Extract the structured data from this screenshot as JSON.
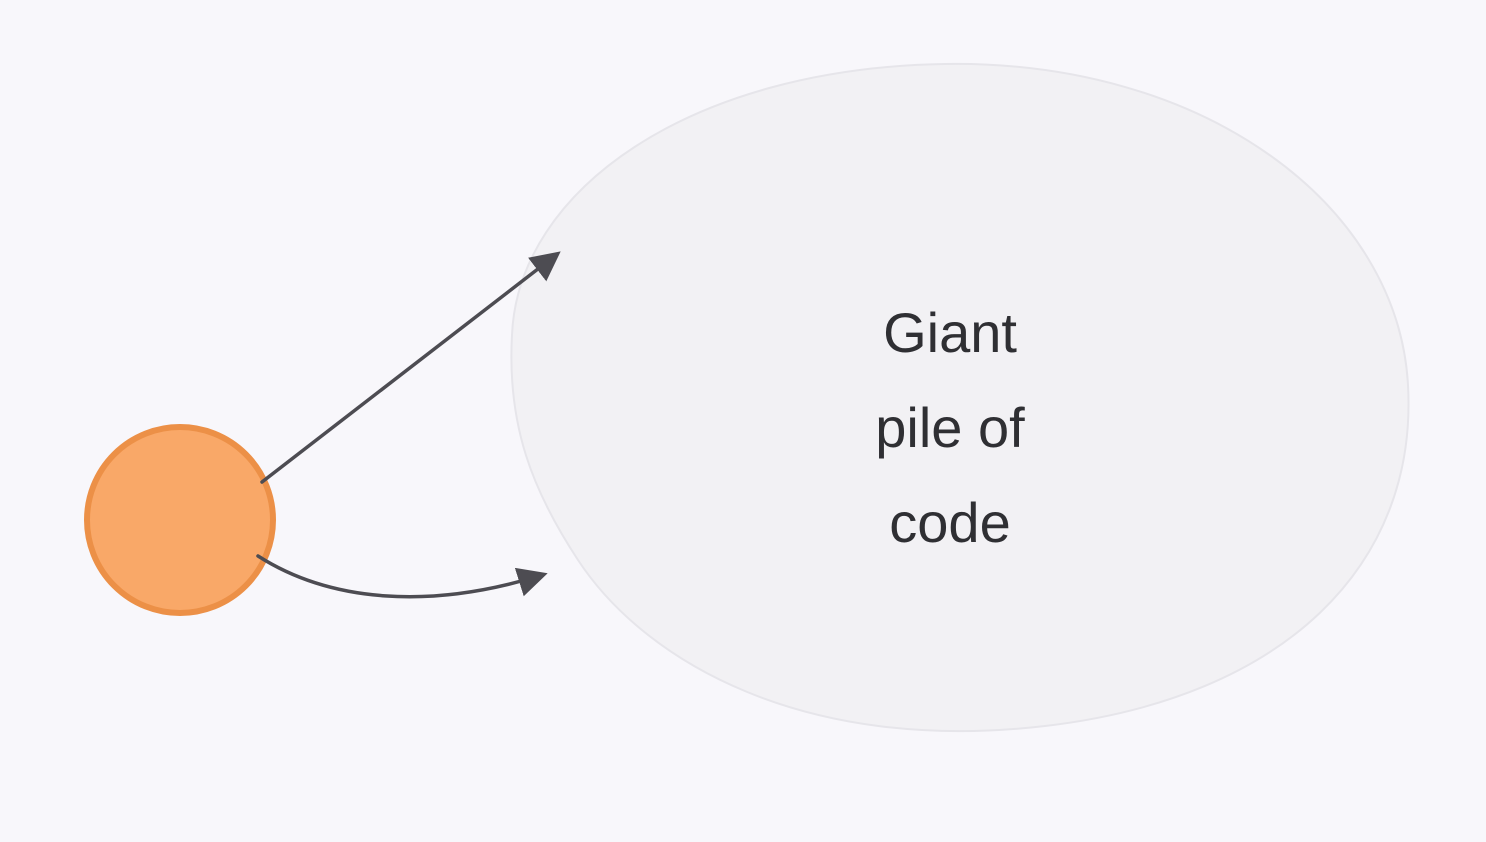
{
  "diagram": {
    "node": {
      "label": ""
    },
    "blob_label_lines": {
      "0": "Giant",
      "1": "pile of",
      "2": "code"
    },
    "colors": {
      "background": "#f8f7fb",
      "node_fill": "#f9a868",
      "node_stroke": "#ec9047",
      "blob_fill": "#f2f1f4",
      "blob_stroke": "#e6e5ea",
      "arrow": "#4d4c52",
      "text": "#2f2f33"
    }
  }
}
